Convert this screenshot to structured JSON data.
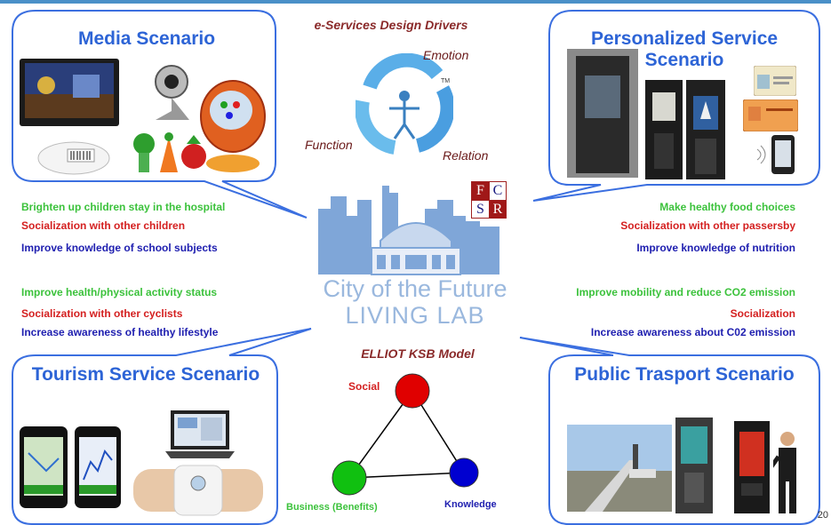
{
  "header": {
    "design_drivers": "e-Services Design Drivers"
  },
  "drivers": {
    "emotion": "Emotion",
    "function": "Function",
    "relation": "Relation",
    "tm": "TM"
  },
  "scenarios": {
    "media": {
      "title": "Media Scenario"
    },
    "personalized": {
      "title_line1": "Personalized Service",
      "title_line2": "Scenario"
    },
    "tourism": {
      "title": "Tourism Service Scenario"
    },
    "transport": {
      "title": "Public Trasport Scenario"
    }
  },
  "goals": {
    "media": [
      "Brighten up children stay in the hospital",
      "Socialization with other children",
      "Improve knowledge of school subjects"
    ],
    "personalized": [
      "Make healthy food choices",
      "Socialization with other passersby",
      "Improve knowledge of nutrition"
    ],
    "tourism": [
      "Improve health/physical activity status",
      "Socialization with other cyclists",
      "Increase awareness of healthy lifestyle"
    ],
    "transport": [
      "Improve mobility and reduce CO2 emission",
      "Socialization",
      "Increase awareness about C02 emission"
    ]
  },
  "center": {
    "logo_line1": "City of the Future",
    "logo_line2": "LIVING LAB",
    "fcsr_letters": [
      "F",
      "C",
      "S",
      "R"
    ]
  },
  "ksb": {
    "title": "ELLIOT KSB Model",
    "social": "Social",
    "business": "Business (Benefits)",
    "knowledge": "Knowledge",
    "colors": {
      "social": "#e00000",
      "business": "#10c010",
      "knowledge": "#0000d0"
    }
  },
  "page_number": "20"
}
